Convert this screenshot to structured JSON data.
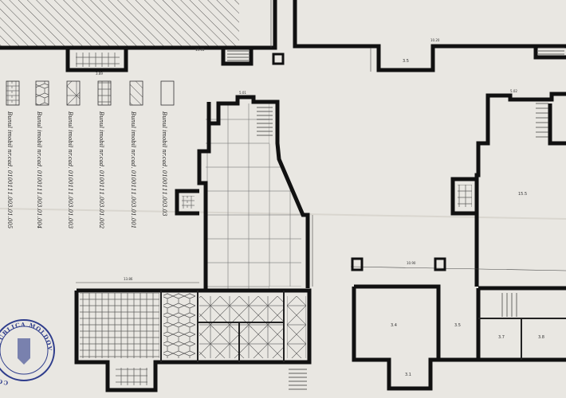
{
  "legend": {
    "items": [
      {
        "label": "Bunul imobil nr.cad. 0100111.003.01.005",
        "pattern": "brick"
      },
      {
        "label": "Bunul imobil nr.cad. 0100111.003.01.004",
        "pattern": "stone"
      },
      {
        "label": "Bunul imobil nr.cad. 0100111.003.01.003",
        "pattern": "cross"
      },
      {
        "label": "Bunul imobil nr.cad. 0100111.003.01.002",
        "pattern": "grid"
      },
      {
        "label": "Bunul imobil nr.cad. 0100111.003.01.001",
        "pattern": "hatch"
      },
      {
        "label": "Bunul imobil nr.cad. 0100111.003.03",
        "pattern": "blank"
      }
    ]
  },
  "stamp": {
    "text_top": "REPUBLICA MOLDOVA",
    "text_left": "CONS"
  },
  "colors": {
    "paper": "#e9e7e2",
    "wall": "#111111",
    "stamp": "#2f3d8c"
  }
}
